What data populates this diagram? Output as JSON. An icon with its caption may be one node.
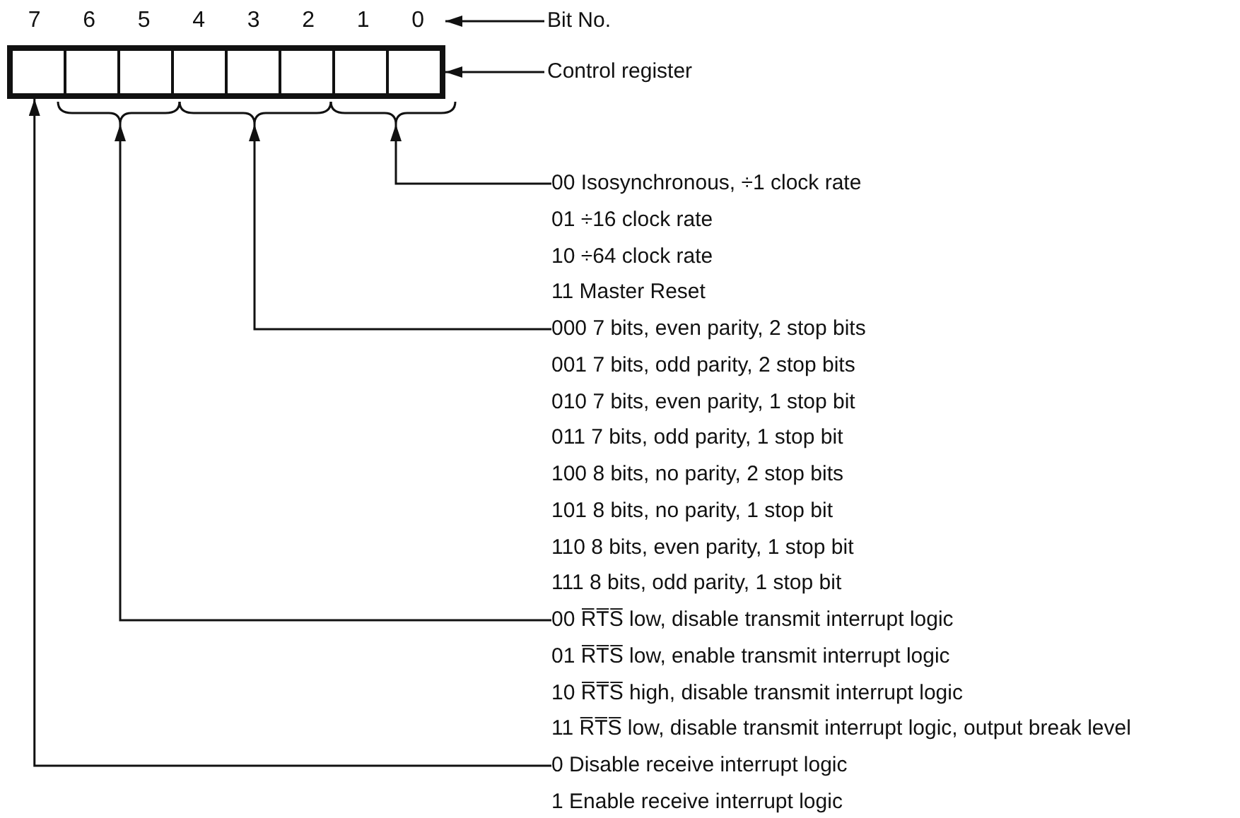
{
  "diagram": {
    "nodes": [
      {
        "text": [],
        "shape": "box"
      },
      {
        "text": [],
        "shape": "box",
        "in": 0
      },
      {
        "text": [],
        "shape": "box",
        "in": 0
      },
      {
        "text": [],
        "shape": "box",
        "in": 0
      },
      {
        "text": [],
        "shape": "box",
        "in": 0
      },
      {
        "text": [],
        "shape": "box",
        "in": 0
      },
      {
        "text": [],
        "shape": "box",
        "in": 0
      },
      {
        "text": [],
        "shape": "box",
        "in": 0
      },
      {
        "text": [],
        "shape": "box",
        "in": 0
      },
      {
        "text": [
          "Bit No."
        ]
      },
      {
        "text": [
          "Control register"
        ]
      },
      {
        "text": [],
        "shape": "brace"
      },
      {
        "text": [],
        "shape": "brace"
      },
      {
        "text": [],
        "shape": "brace"
      },
      {
        "text": [
          "00 Isosynchronous, ÷1 clock rate",
          "01 ÷16 clock rate",
          "10 ÷64 clock rate",
          "11 Master Reset"
        ]
      },
      {
        "text": [
          "000 7 bits, even parity, 2 stop bits",
          "001 7 bits, odd parity, 2 stop bits",
          "010 7 bits, even parity, 1 stop bit",
          "011 7 bits, odd parity, 1 stop bit",
          "100 8 bits, no parity, 2 stop bits",
          "101 8 bits, no parity, 1 stop bit",
          "110 8 bits, even parity, 1 stop bit",
          "111 8 bits, odd parity, 1 stop bit"
        ]
      },
      {
        "text": [
          "00 R̅T̅S̅ low, disable transmit interrupt logic",
          "01 R̅T̅S̅ low, enable transmit interrupt logic",
          "10 R̅T̅S̅ high, disable transmit interrupt logic",
          "11 R̅T̅S̅ low, disable transmit interrupt logic, output break level"
        ]
      },
      {
        "text": [
          "0 Disable receive interrupt logic",
          "1 Enable receive interrupt logic"
        ]
      },
      {
        "text": [
          "7",
          "6",
          "5",
          "4",
          "3",
          "2",
          "1",
          "0"
        ]
      }
    ],
    "edges": [
      {
        "from": 9,
        "to": 18,
        "arrow": "to"
      },
      {
        "from": 10,
        "to": 0,
        "arrow": "to"
      },
      {
        "from": 14,
        "to": 13,
        "arrow": "to"
      },
      {
        "from": 15,
        "to": 12,
        "arrow": "to"
      },
      {
        "from": 16,
        "to": 11,
        "arrow": "to"
      },
      {
        "from": 17,
        "to": 1,
        "arrow": "to"
      }
    ]
  }
}
